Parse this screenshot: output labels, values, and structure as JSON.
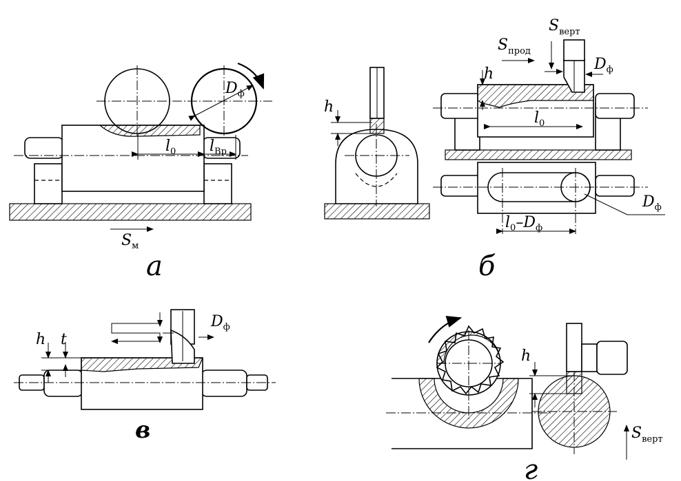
{
  "figure_a": {
    "labels": {
      "diameter": "D",
      "diameter_sub": "ф",
      "length": "l",
      "length_sub": "0",
      "overrun": "l",
      "overrun_sub": "Вр",
      "feed": "S",
      "feed_sub": "м"
    },
    "caption": "а"
  },
  "figure_b": {
    "labels": {
      "depth_front": "h",
      "depth_side": "h",
      "feed_long": "S",
      "feed_long_sub": "прод",
      "feed_vert": "S",
      "feed_vert_sub": "верт",
      "diameter": "D",
      "diameter_sub": "ф",
      "length": "l",
      "length_sub": "0",
      "diameter_plan": "D",
      "diameter_plan_sub": "ф",
      "length_minus": "l",
      "length_minus_sub": "0",
      "length_minus_rest": "–D",
      "length_minus_rest_sub": "ф"
    },
    "caption": "б"
  },
  "figure_v": {
    "labels": {
      "depth": "h",
      "step": "t",
      "diameter": "D",
      "diameter_sub": "ф"
    },
    "caption": "в"
  },
  "figure_g": {
    "labels": {
      "depth": "h",
      "feed_vert": "S",
      "feed_vert_sub": "верт"
    },
    "caption": "г"
  }
}
